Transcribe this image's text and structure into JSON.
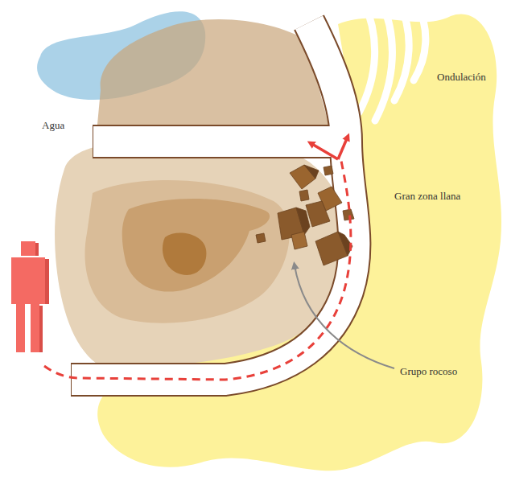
{
  "diagram": {
    "labels": [
      "Ondulación",
      "Agua",
      "Gran zona llana",
      "Grupo rocoso"
    ]
  }
}
